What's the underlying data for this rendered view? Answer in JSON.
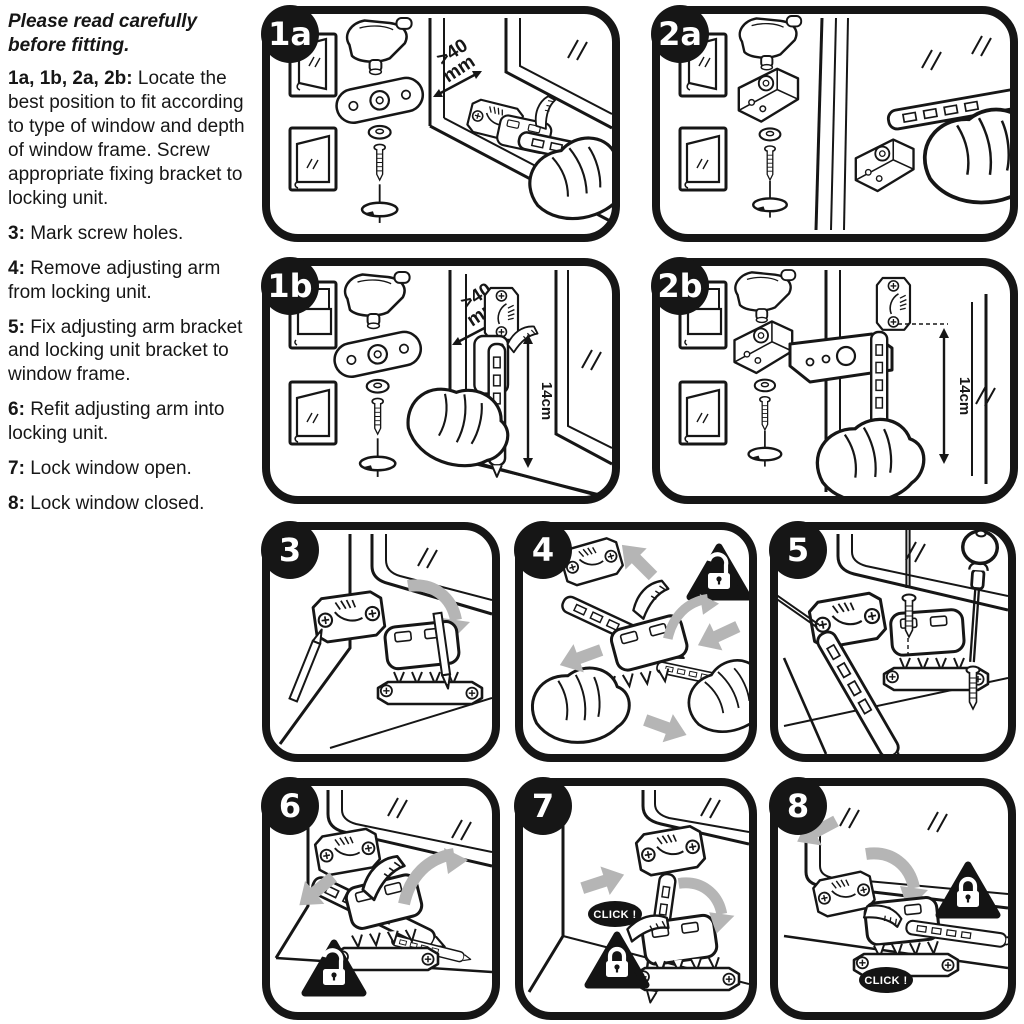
{
  "colors": {
    "ink": "#161616",
    "arrow_gray": "#b5b5b5",
    "paper": "#ffffff"
  },
  "instructions": {
    "intro": "Please read carefully before fitting.",
    "steps": [
      {
        "label": "1a, 1b, 2a, 2b:",
        "text": "Locate the best position to fit according to type of window and depth of window frame. Screw appropriate fixing bracket to locking unit."
      },
      {
        "label": "3:",
        "text": "Mark screw holes."
      },
      {
        "label": "4:",
        "text": "Remove adjusting arm from locking unit."
      },
      {
        "label": "5:",
        "text": "Fix adjusting arm bracket and locking unit bracket to window frame."
      },
      {
        "label": "6:",
        "text": "Refit adjusting arm into locking unit."
      },
      {
        "label": "7:",
        "text": "Lock window open."
      },
      {
        "label": "8:",
        "text": "Lock window closed."
      }
    ]
  },
  "annotations": {
    "min_depth_line1": ">40",
    "min_depth_line2": "mm",
    "arm_length": "14cm",
    "click": "CLICK !"
  },
  "panels": {
    "1a": {
      "label": "1a"
    },
    "2a": {
      "label": "2a"
    },
    "1b": {
      "label": "1b"
    },
    "2b": {
      "label": "2b"
    },
    "3": {
      "label": "3"
    },
    "4": {
      "label": "4"
    },
    "5": {
      "label": "5"
    },
    "6": {
      "label": "6"
    },
    "7": {
      "label": "7"
    },
    "8": {
      "label": "8"
    }
  }
}
